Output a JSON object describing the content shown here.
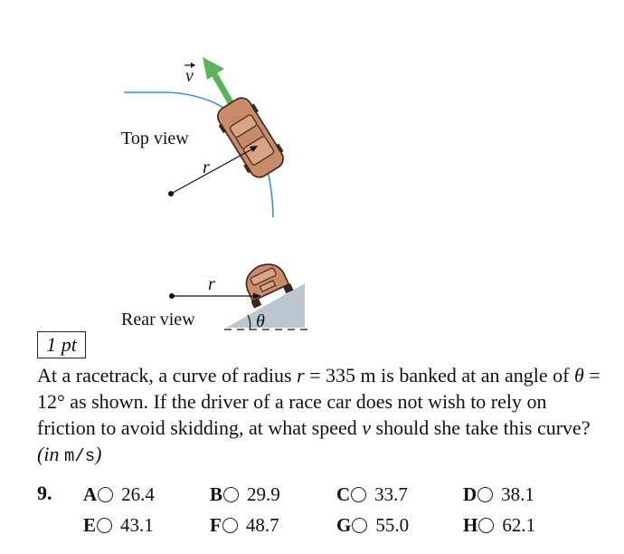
{
  "figure": {
    "velocity_label": "v",
    "top_view_label": "Top view",
    "radius_label_top": "r",
    "radius_label_rear": "r",
    "rear_view_label": "Rear view",
    "angle_label": "θ",
    "colors": {
      "path": "#3f8fcf",
      "arrow": "#5cb45a",
      "car_body": "#c98a6a",
      "car_outline": "#3b2418",
      "road": "#bcc7cf"
    }
  },
  "problem": {
    "points": "1 pt",
    "text_1": "At a racetrack, a curve of radius ",
    "var_r": "r",
    "text_2": " = 335 m is banked at an angle of ",
    "var_theta": "θ",
    "text_3": " = 12° as shown.  If the driver of a race car does not wish to rely on friction to avoid skidding, at what speed ",
    "var_v": "v",
    "text_4": " should she take this curve? ",
    "units_open": "(in ",
    "units": "m/s",
    "units_close": ")"
  },
  "question": {
    "number": "9.",
    "choices": [
      {
        "letter": "A",
        "value": "26.4"
      },
      {
        "letter": "B",
        "value": "29.9"
      },
      {
        "letter": "C",
        "value": "33.7"
      },
      {
        "letter": "D",
        "value": "38.1"
      },
      {
        "letter": "E",
        "value": "43.1"
      },
      {
        "letter": "F",
        "value": "48.7"
      },
      {
        "letter": "G",
        "value": "55.0"
      },
      {
        "letter": "H",
        "value": "62.1"
      }
    ]
  }
}
